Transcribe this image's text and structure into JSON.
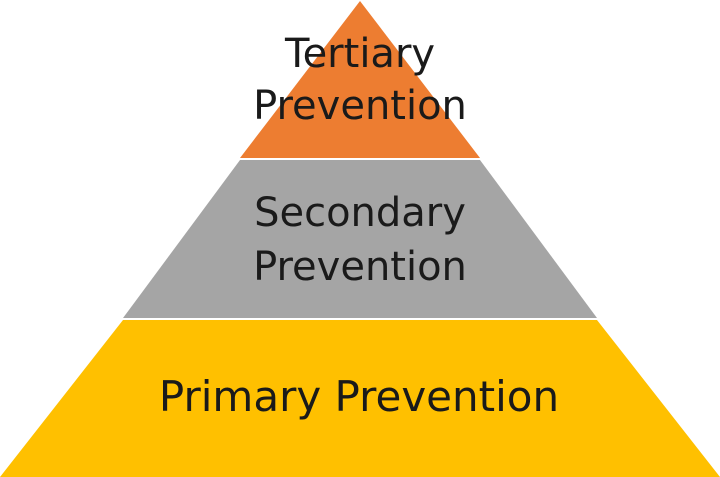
{
  "diagram": {
    "tiers": [
      {
        "id": "tertiary",
        "lines": [
          "Tertiary",
          "Prevention"
        ],
        "color": "#ED7D31"
      },
      {
        "id": "secondary",
        "lines": [
          "Secondary",
          "Prevention"
        ],
        "color": "#A5A5A5"
      },
      {
        "id": "primary",
        "lines": [
          "Primary Prevention"
        ],
        "color": "#FFC000"
      }
    ],
    "separator_color": "#FFFFFF"
  }
}
